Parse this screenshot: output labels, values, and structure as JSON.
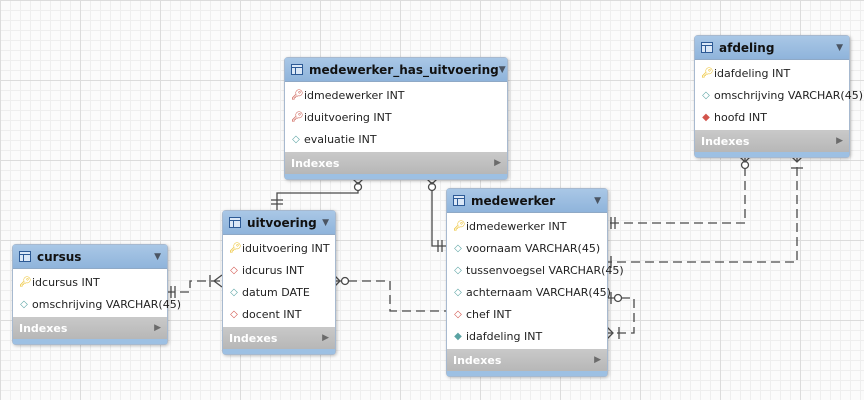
{
  "tables": {
    "mhu": {
      "name": "medewerker_has_uitvoering",
      "columns": [
        {
          "icon": "foreign-primary-key-icon",
          "text": "idmedewerker INT"
        },
        {
          "icon": "foreign-primary-key-icon",
          "text": "iduitvoering INT"
        },
        {
          "icon": "column-icon",
          "text": "evaluatie INT"
        }
      ],
      "indexes_label": "Indexes"
    },
    "afdeling": {
      "name": "afdeling",
      "columns": [
        {
          "icon": "primary-key-icon",
          "text": "idafdeling INT"
        },
        {
          "icon": "column-icon",
          "text": "omschrijving VARCHAR(45)"
        },
        {
          "icon": "foreign-key-icon",
          "text": "hoofd INT"
        }
      ],
      "indexes_label": "Indexes"
    },
    "uitvoering": {
      "name": "uitvoering",
      "columns": [
        {
          "icon": "primary-key-icon",
          "text": "iduitvoering INT"
        },
        {
          "icon": "foreign-key-icon",
          "text": "idcurus INT"
        },
        {
          "icon": "column-icon",
          "text": "datum DATE"
        },
        {
          "icon": "foreign-key-icon",
          "text": "docent INT"
        }
      ],
      "indexes_label": "Indexes"
    },
    "medewerker": {
      "name": "medewerker",
      "columns": [
        {
          "icon": "primary-key-icon",
          "text": "idmedewerker INT"
        },
        {
          "icon": "column-icon",
          "text": "voornaam VARCHAR(45)"
        },
        {
          "icon": "column-icon",
          "text": "tussenvoegsel VARCHAR(45)"
        },
        {
          "icon": "column-icon",
          "text": "achternaam VARCHAR(45)"
        },
        {
          "icon": "foreign-key-icon",
          "text": "chef INT"
        },
        {
          "icon": "foreign-key-column-icon",
          "text": "idafdeling INT"
        }
      ],
      "indexes_label": "Indexes"
    },
    "cursus": {
      "name": "cursus",
      "columns": [
        {
          "icon": "primary-key-icon",
          "text": "idcursus INT"
        },
        {
          "icon": "column-icon",
          "text": "omschrijving VARCHAR(45)"
        }
      ],
      "indexes_label": "Indexes"
    }
  },
  "colors": {
    "header": "#9fc1e4",
    "indexes_bar": "#bdbdbd",
    "connector": "#4a4a4a"
  }
}
